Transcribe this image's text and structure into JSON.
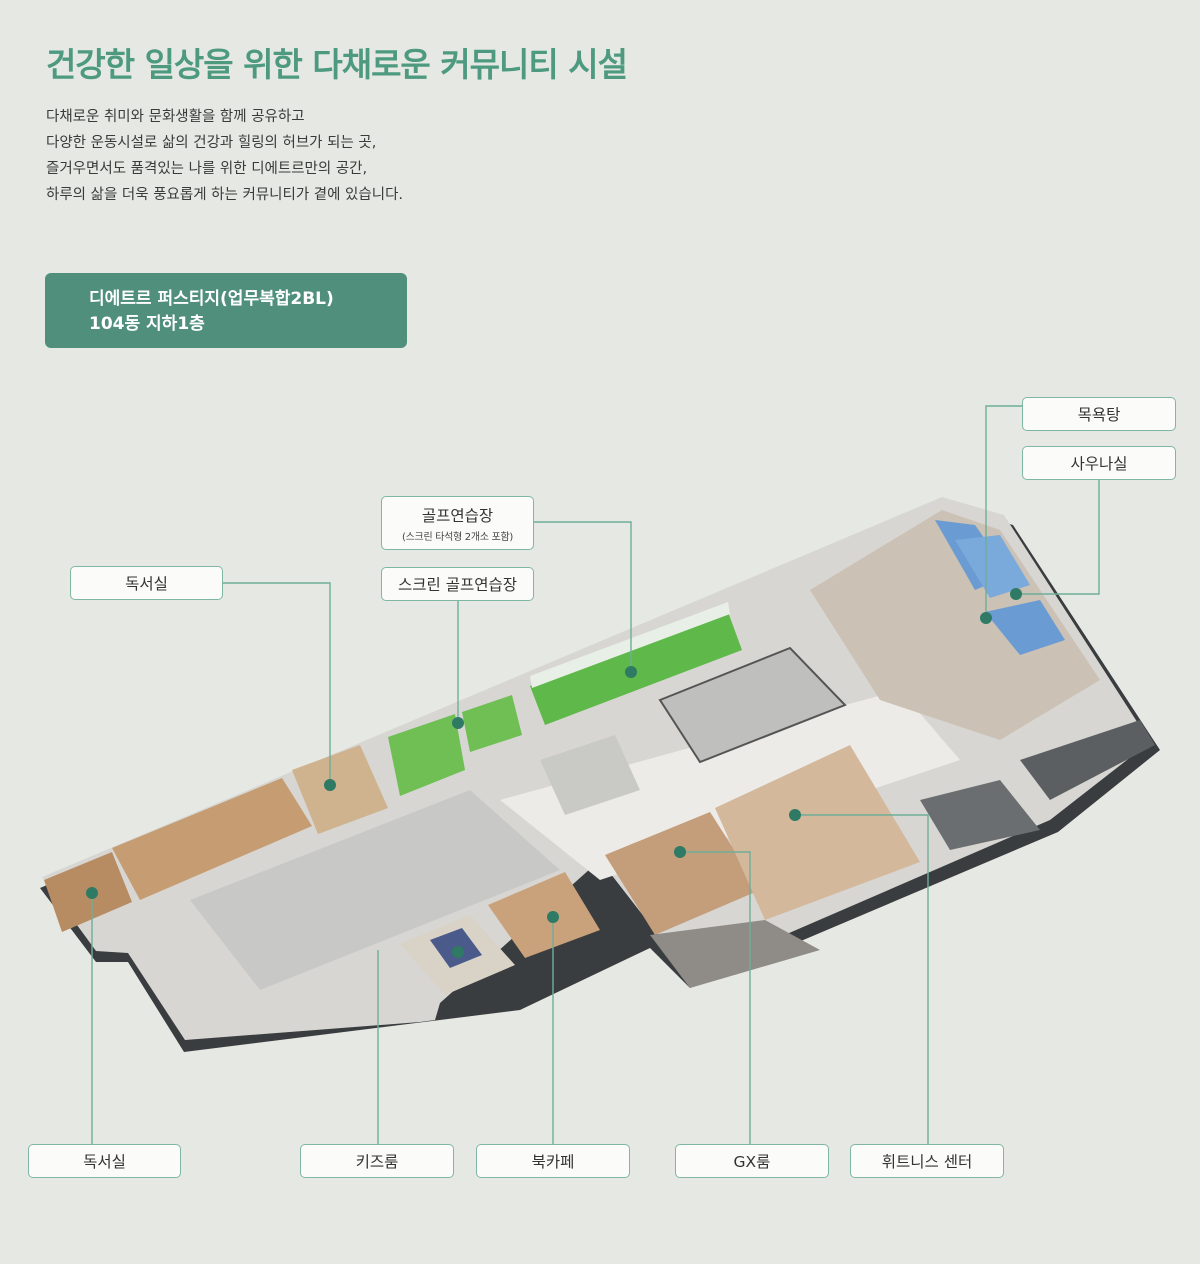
{
  "header": {
    "title": "건강한 일상을 위한 다채로운 커뮤니티 시설",
    "description": [
      "다채로운 취미와 문화생활을 함께 공유하고",
      "다양한 운동시설로 삶의 건강과 힐링의 허브가 되는 곳,",
      "즐거우면서도 품격있는 나를 위한 디에트르만의 공간,",
      "하루의 삶을 더욱 풍요롭게 하는 커뮤니티가 곁에 있습니다."
    ]
  },
  "badge": {
    "line1": "디에트르 퍼스티지(업무복합2BL)",
    "line2": "104동 지하1층"
  },
  "labels": {
    "bath": "목욕탕",
    "sauna": "사우나실",
    "golf": "골프연습장",
    "golf_sub": "(스크린 타석형 2개소 포함)",
    "screen_golf": "스크린 골프연습장",
    "reading_top": "독서실",
    "reading_bottom": "독서실",
    "kids": "키즈룸",
    "bookcafe": "북카페",
    "gx": "GX룸",
    "fitness": "휘트니스 센터"
  },
  "colors": {
    "accent": "#4e9a80",
    "badge": "#4f8f7b",
    "leader": "#6fae98",
    "dot": "#2e7a64",
    "golf_green": "#6fbf55",
    "sauna_blue": "#6a9bd3",
    "wood": "#c9a27c"
  }
}
